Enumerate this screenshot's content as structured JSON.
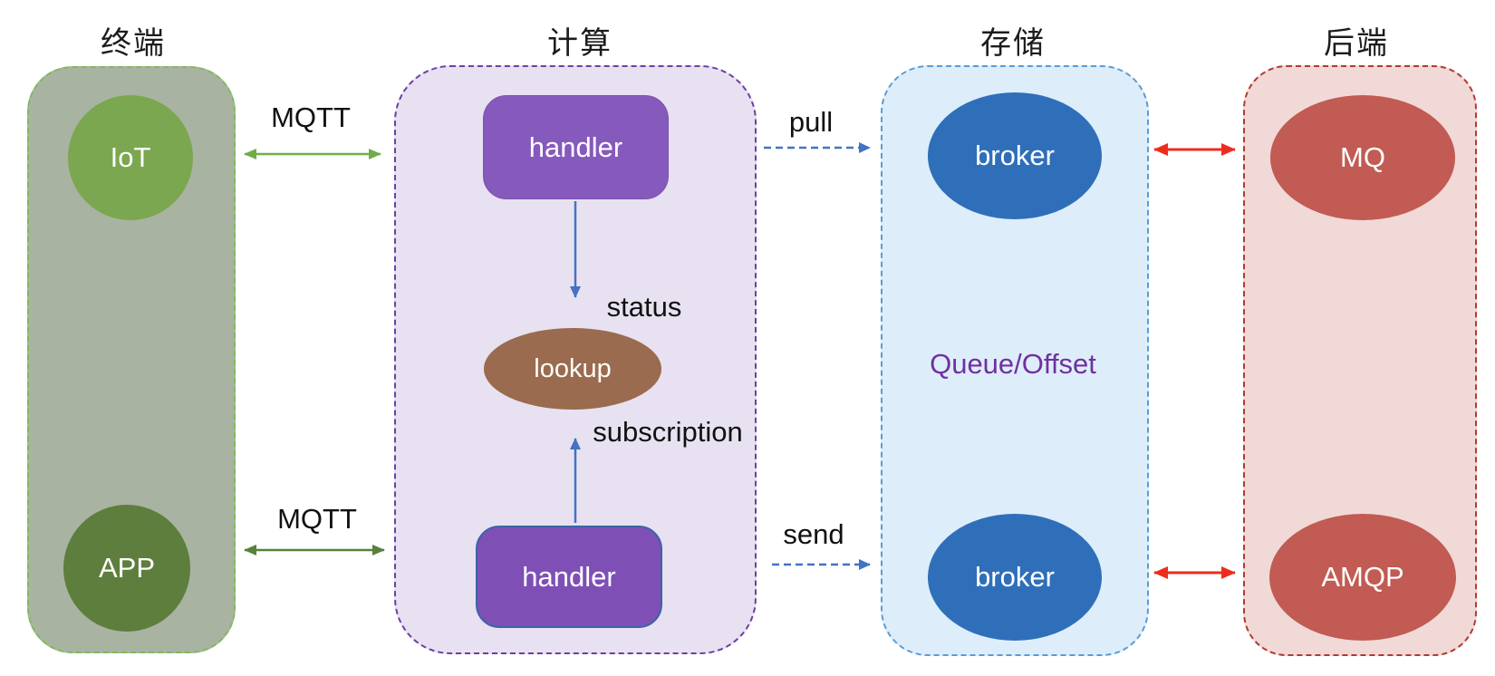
{
  "columns": {
    "terminal": {
      "title": "终端",
      "node_top": "IoT",
      "node_bottom": "APP"
    },
    "compute": {
      "title": "计算",
      "node_top": "handler",
      "node_middle": "lookup",
      "node_bottom": "handler"
    },
    "storage": {
      "title": "存储",
      "node_top": "broker",
      "node_bottom": "broker",
      "annotation": "Queue/Offset"
    },
    "backend": {
      "title": "后端",
      "node_top": "MQ",
      "node_bottom": "AMQP"
    }
  },
  "edges": {
    "mqtt_top": "MQTT",
    "mqtt_bottom": "MQTT",
    "status": "status",
    "subscription": "subscription",
    "pull": "pull",
    "send": "send"
  },
  "colors": {
    "terminal_fill": "#a9b3a1",
    "terminal_border": "#7fba57",
    "iot_fill": "#7aa74f",
    "app_fill": "#5d7e3d",
    "compute_fill": "#e8e1f1",
    "compute_border": "#6d3fa4",
    "handler_top_fill": "#8659bd",
    "handler_bottom_fill": "#7e50b5",
    "handler_bottom_border": "#3c64a6",
    "lookup_fill": "#9a6b4e",
    "storage_fill": "#ddeefa",
    "storage_border": "#5b9bd5",
    "broker_fill": "#2f6fba",
    "backend_fill": "#f1d9d7",
    "backend_border": "#b03b30",
    "mq_amqp_fill": "#c15b53",
    "queue_offset_text": "#7030a0",
    "arrow_green": "#70ad47",
    "arrow_dark_green": "#588139",
    "arrow_blue": "#4472c4",
    "arrow_red": "#ee2c1e"
  }
}
